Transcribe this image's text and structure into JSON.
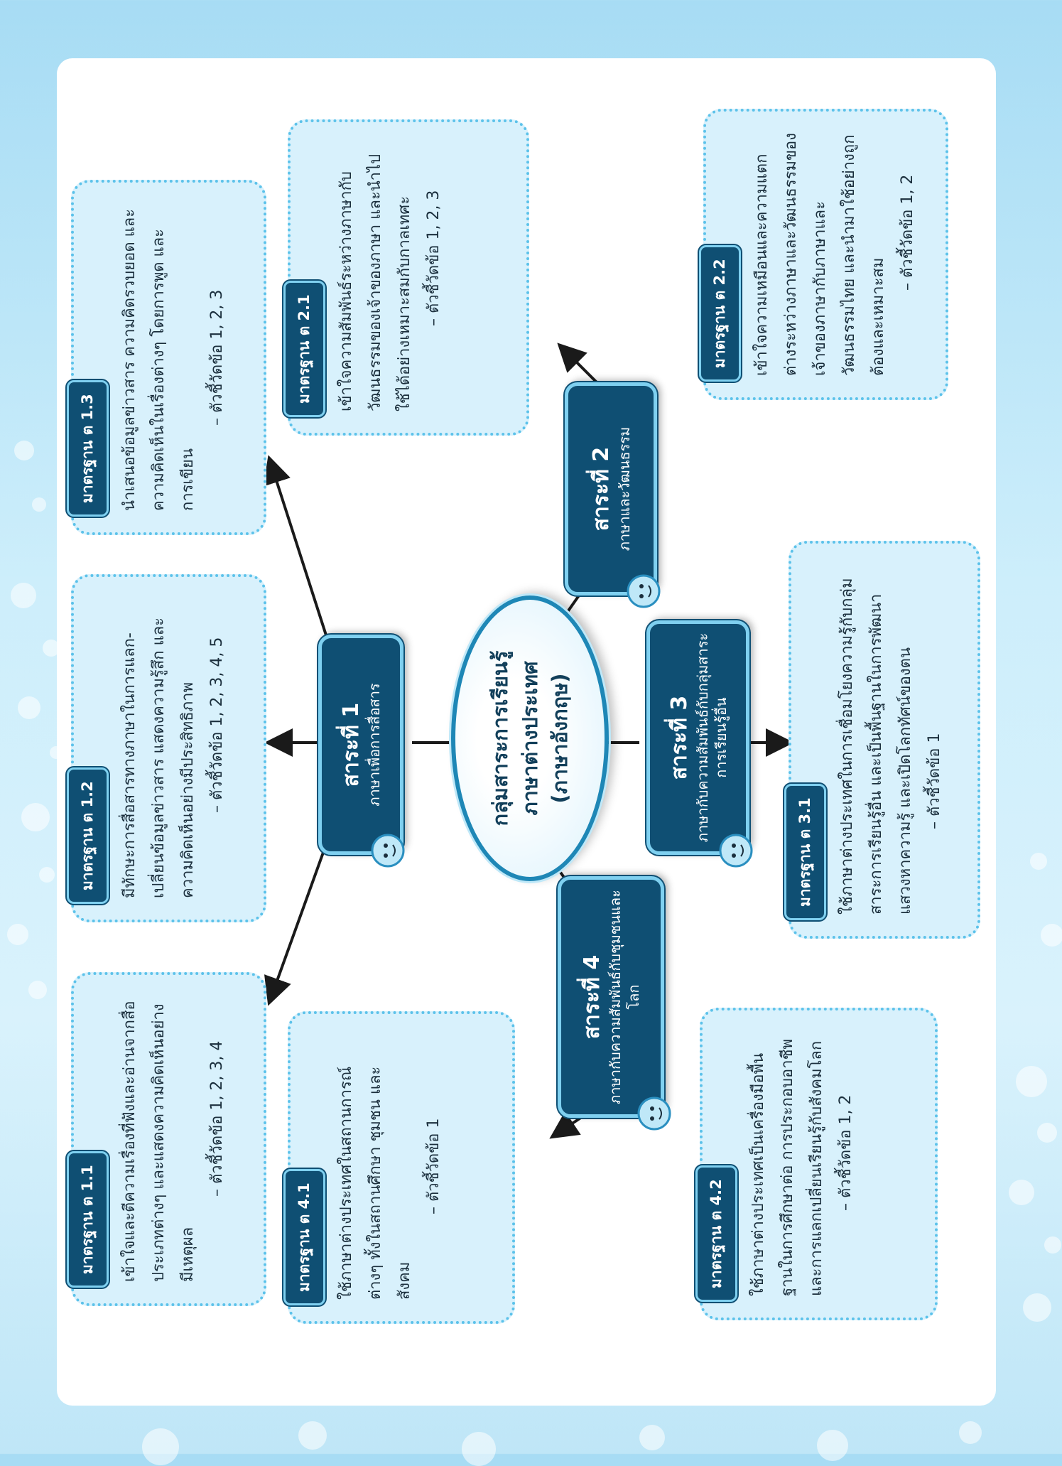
{
  "center": {
    "line1": "กลุ่มสาระการเรียนรู้",
    "line2": "ภาษาต่างประเทศ",
    "line3": "(ภาษาอังกฤษ)"
  },
  "strands": [
    {
      "id": "s1",
      "title": "สาระที่ 1",
      "subtitle": "ภาษาเพื่อการสื่อสาร"
    },
    {
      "id": "s2",
      "title": "สาระที่ 2",
      "subtitle": "ภาษาและวัฒนธรรม"
    },
    {
      "id": "s3",
      "title": "สาระที่ 3",
      "subtitle": "ภาษากับความสัมพันธ์กับกลุ่มสาระการเรียนรู้อื่น"
    },
    {
      "id": "s4",
      "title": "สาระที่ 4",
      "subtitle": "ภาษากับความสัมพันธ์กับชุมชนและโลก"
    }
  ],
  "standards": {
    "t1_1": {
      "badge": "มาตรฐาน ต 1.1",
      "text": "เข้าใจและตีความเรื่องที่ฟังและอ่านจากสื่อประเภทต่างๆ และแสดงความคิดเห็นอย่างมีเหตุผล",
      "indicators": "– ตัวชี้วัดข้อ 1, 2, 3, 4"
    },
    "t1_2": {
      "badge": "มาตรฐาน ต 1.2",
      "text": "มีทักษะการสื่อสารทางภาษาในการแลก-เปลี่ยนข้อมูลข่าวสาร แสดงความรู้สึก และความคิดเห็นอย่างมีประสิทธิภาพ",
      "indicators": "– ตัวชี้วัดข้อ 1, 2, 3, 4, 5"
    },
    "t1_3": {
      "badge": "มาตรฐาน ต 1.3",
      "text": "นำเสนอข้อมูลข่าวสาร ความคิดรวบยอด และความคิดเห็นในเรื่องต่างๆ โดยการพูด และการเขียน",
      "indicators": "– ตัวชี้วัดข้อ 1, 2, 3"
    },
    "t2_1": {
      "badge": "มาตรฐาน ต 2.1",
      "text": "เข้าใจความสัมพันธ์ระหว่างภาษากับวัฒนธรรมของเจ้าของภาษา และนำไปใช้ได้อย่างเหมาะสมกับกาลเทศะ",
      "indicators": "– ตัวชี้วัดข้อ 1, 2, 3"
    },
    "t2_2": {
      "badge": "มาตรฐาน ต 2.2",
      "text": "เข้าใจความเหมือนและความแตกต่างระหว่างภาษาและวัฒนธรรมของเจ้าของภาษากับภาษาและวัฒนธรรมไทย และนำมาใช้อย่างถูกต้องและเหมาะสม",
      "indicators": "– ตัวชี้วัดข้อ 1, 2"
    },
    "t3_1": {
      "badge": "มาตรฐาน ต 3.1",
      "text": "ใช้ภาษาต่างประเทศในการเชื่อมโยงความรู้กับกลุ่มสาระการเรียนรู้อื่น และเป็นพื้นฐานในการพัฒนา แสวงหาความรู้ และเปิดโลกทัศน์ของตน",
      "indicators": "– ตัวชี้วัดข้อ 1"
    },
    "t4_1": {
      "badge": "มาตรฐาน ต 4.1",
      "text": "ใช้ภาษาต่างประเทศในสถานการณ์ต่างๆ ทั้งในสถานศึกษา ชุมชน และสังคม",
      "indicators": "– ตัวชี้วัดข้อ 1"
    },
    "t4_2": {
      "badge": "มาตรฐาน ต 4.2",
      "text": "ใช้ภาษาต่างประเทศเป็นเครื่องมือพื้นฐานในการศึกษาต่อ การประกอบอาชีพ และการแลกเปลี่ยนเรียนรู้กับสังคมโลก",
      "indicators": "– ตัวชี้วัดข้อ 1, 2"
    }
  },
  "colors": {
    "strand_fill": "#0f4f73",
    "box_fill": "#d8f1fc",
    "box_border": "#5cc2ea",
    "arrow": "#1a1a1a"
  },
  "icons": {
    "mascot": "cartoon-child-mascot-icon"
  }
}
